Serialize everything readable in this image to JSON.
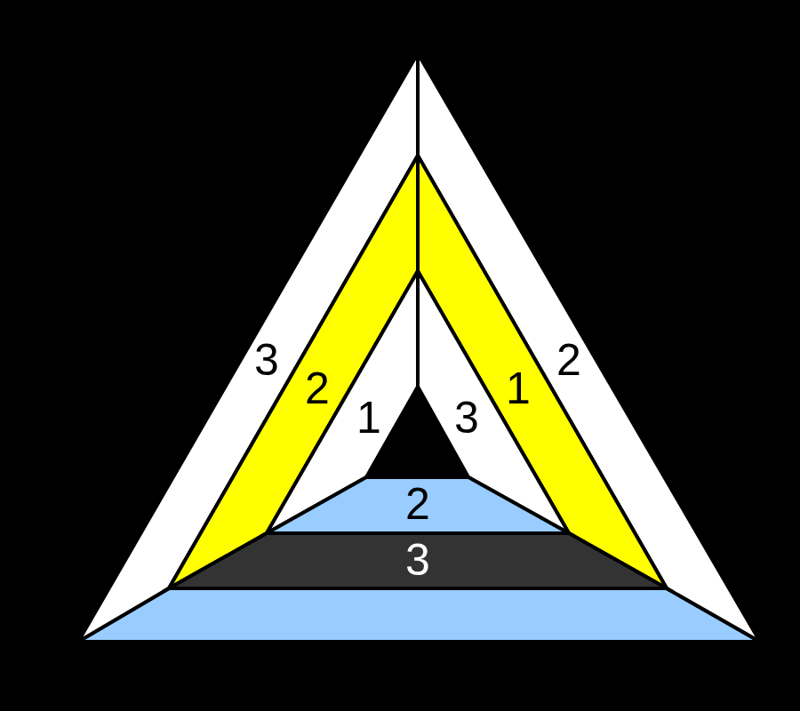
{
  "diagram": {
    "nodes": [
      {
        "text": [
          "3"
        ]
      },
      {
        "text": [
          "2"
        ]
      },
      {
        "text": [
          "2"
        ]
      },
      {
        "text": [
          "1"
        ]
      },
      {
        "text": [
          "1"
        ]
      },
      {
        "text": [
          "3"
        ]
      },
      {
        "text": [
          "2"
        ]
      },
      {
        "text": [
          "3"
        ]
      }
    ]
  }
}
